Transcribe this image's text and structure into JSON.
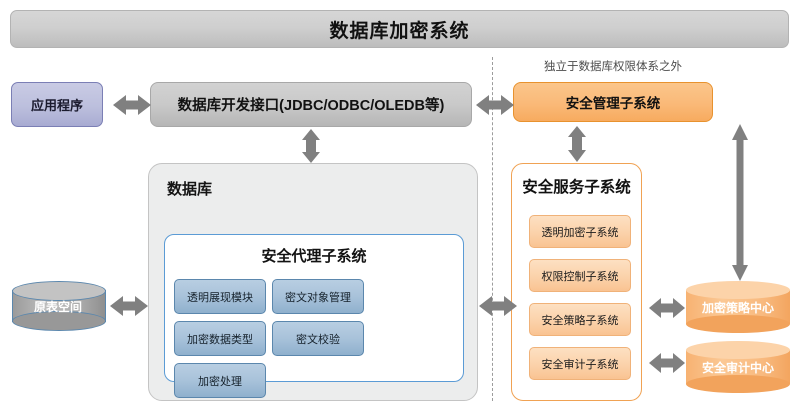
{
  "diagram": {
    "title": "数据库加密系统",
    "note_independent": "独立于数据库权限体系之外",
    "left_column": {
      "application": "应用程序",
      "api_interface": "数据库开发接口(JDBC/ODBC/OLEDB等)",
      "tablespace": "原表空间"
    },
    "database": {
      "title": "数据库",
      "agent_subsystem": {
        "title": "安全代理子系统",
        "modules": [
          "透明展现模块",
          "密文对象管理",
          "加密数据类型",
          "密文校验",
          "加密处理"
        ]
      }
    },
    "right_column": {
      "management_subsystem": "安全管理子系统",
      "service_subsystem": {
        "title": "安全服务子系统",
        "modules": [
          "透明加密子系统",
          "权限控制子系统",
          "安全策略子系统",
          "安全审计子系统"
        ]
      },
      "stores": [
        "加密策略中心",
        "安全审计中心"
      ]
    },
    "colors": {
      "title_bar": "#cfcfcf",
      "application": "#bcbfdd",
      "api_interface": "#c9c9c9",
      "database_container": "#eceded",
      "agent_border": "#5b9bd5",
      "agent_module": "#a8c2da",
      "orange_fill": "#fab978",
      "orange_border": "#f0a253",
      "service_module": "#fbd2aa",
      "cylinder_gray": "#bdbdbd",
      "cylinder_orange": "#fbc894",
      "arrow_gray": "#808080",
      "divider": "#9c9c9c"
    }
  }
}
